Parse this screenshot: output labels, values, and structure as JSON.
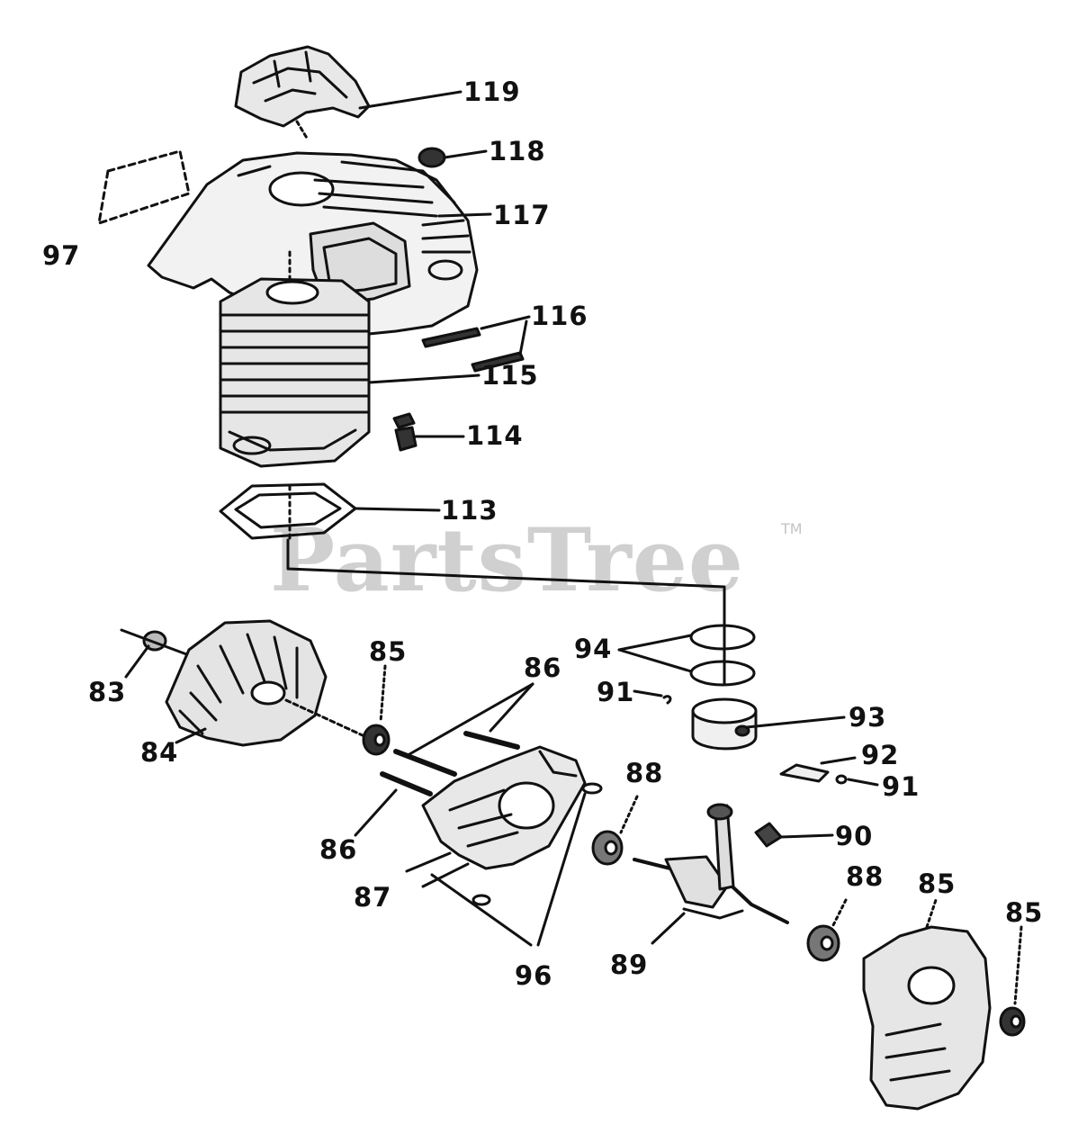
{
  "watermark": {
    "text": "PartsTree",
    "mark": "TM"
  },
  "labels": {
    "l119": "119",
    "l118": "118",
    "l117": "117",
    "l97": "97",
    "l116": "116",
    "l115": "115",
    "l114": "114",
    "l113": "113",
    "l94": "94",
    "l91a": "91",
    "l93": "93",
    "l92": "92",
    "l91b": "91",
    "l83": "83",
    "l85a": "85",
    "l86a": "86",
    "l84": "84",
    "l86b": "86",
    "l88a": "88",
    "l90": "90",
    "l87": "87",
    "l88b": "88",
    "l85b": "85",
    "l85c": "85",
    "l89": "89",
    "l96": "96"
  }
}
